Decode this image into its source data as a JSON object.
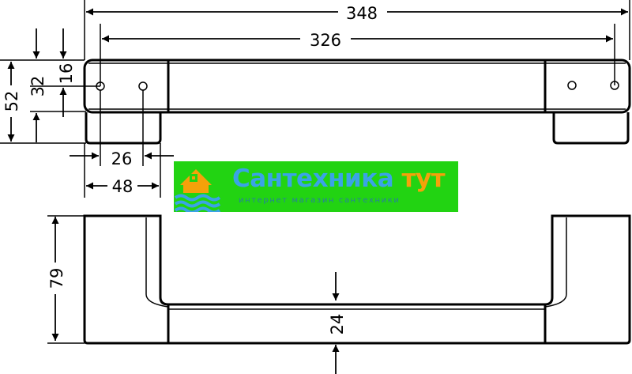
{
  "dimensions": {
    "overall_length": "348",
    "hole_spacing": "326",
    "height_total": "52",
    "height_32": "32",
    "height_16": "16",
    "width_26": "26",
    "width_48": "48",
    "depth_79": "79",
    "bar_24": "24"
  },
  "watermark": {
    "word1": "Сантехника",
    "word2": "тут",
    "subtitle": "интернет магазин сантехники",
    "colors": {
      "background": "#22d312",
      "blue": "#3aa3e6",
      "orange": "#f5a10a"
    }
  }
}
